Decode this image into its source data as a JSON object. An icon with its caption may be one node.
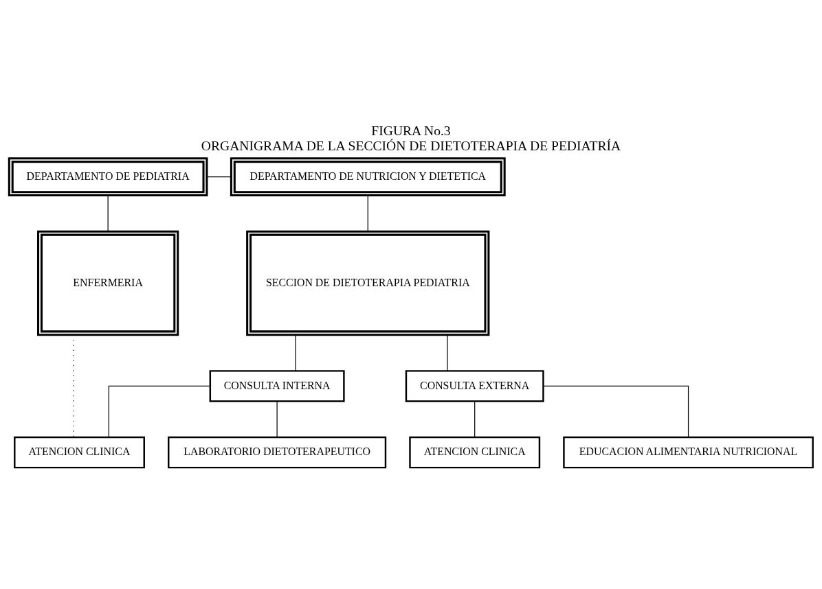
{
  "diagram": {
    "title": "FIGURA No.3",
    "caption": "ORGANIGRAMA DE LA SECCIÓN DE DIETOTERAPIA DE PEDIATRÍA",
    "nodes": [
      {
        "text": [
          "DEPARTAMENTO DE PEDIATRIA"
        ]
      },
      {
        "text": [
          "DEPARTAMENTO DE NUTRICION Y DIETETICA"
        ]
      },
      {
        "text": [
          "ENFERMERIA"
        ]
      },
      {
        "text": [
          "SECCION DE DIETOTERAPIA PEDIATRIA"
        ]
      },
      {
        "text": [
          "CONSULTA INTERNA"
        ]
      },
      {
        "text": [
          "CONSULTA EXTERNA"
        ]
      },
      {
        "text": [
          "ATENCION CLINICA"
        ]
      },
      {
        "text": [
          "LABORATORIO DIETOTERAPEUTICO"
        ]
      },
      {
        "text": [
          "ATENCION CLINICA"
        ]
      },
      {
        "text": [
          "EDUCACION ALIMENTARIA NUTRICIONAL"
        ]
      }
    ],
    "edges": [
      {
        "from": 0,
        "to": 1,
        "arrow": "none"
      },
      {
        "from": 0,
        "to": 2,
        "arrow": "none"
      },
      {
        "from": 1,
        "to": 3,
        "arrow": "none"
      },
      {
        "from": 3,
        "to": 4,
        "arrow": "none"
      },
      {
        "from": 3,
        "to": 5,
        "arrow": "none"
      },
      {
        "from": 4,
        "to": 6,
        "arrow": "none"
      },
      {
        "from": 4,
        "to": 7,
        "arrow": "none"
      },
      {
        "from": 5,
        "to": 8,
        "arrow": "none"
      },
      {
        "from": 5,
        "to": 9,
        "arrow": "none"
      },
      {
        "from": 2,
        "to": 6,
        "arrow": "none",
        "style": "dashed"
      }
    ]
  }
}
